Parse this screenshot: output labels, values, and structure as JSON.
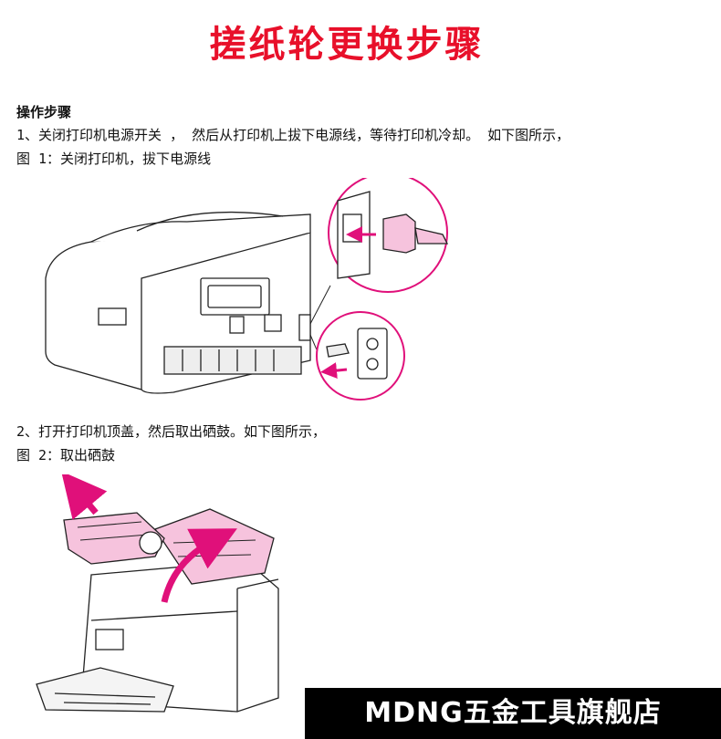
{
  "page_title": "搓纸轮更换步骤",
  "section_heading": "操作步骤",
  "step1_text": "1、关闭打印机电源开关 ， 然后从打印机上拔下电源线，等待打印机冷却。 如下图所示，",
  "figure1_caption": "图 1：关闭打印机，拔下电源线",
  "step2_text": "2、打开打印机顶盖，然后取出硒鼓。如下图所示，",
  "figure2_caption": "图 2：取出硒鼓",
  "watermark": "MDNG五金工具旗舰店",
  "colors": {
    "title": "#e8102a",
    "accent": "#e0107a",
    "highlight": "#f6c3dd"
  }
}
